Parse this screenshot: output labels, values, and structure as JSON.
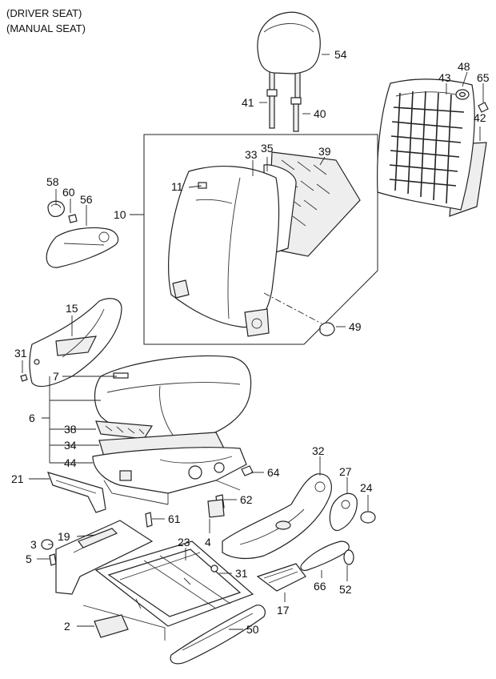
{
  "header": {
    "line1": "(DRIVER SEAT)",
    "line2": "(MANUAL SEAT)"
  },
  "callouts": [
    "54",
    "48",
    "65",
    "43",
    "41",
    "40",
    "42",
    "33",
    "35",
    "39",
    "11",
    "58",
    "60",
    "56",
    "10",
    "15",
    "49",
    "31",
    "7",
    "6",
    "38",
    "34",
    "44",
    "64",
    "21",
    "32",
    "27",
    "24",
    "62",
    "61",
    "3",
    "19",
    "4",
    "5",
    "23",
    "31",
    "66",
    "52",
    "17",
    "2",
    "50"
  ],
  "colors": {
    "line": "#222222",
    "text": "#111111",
    "background": "#ffffff"
  }
}
